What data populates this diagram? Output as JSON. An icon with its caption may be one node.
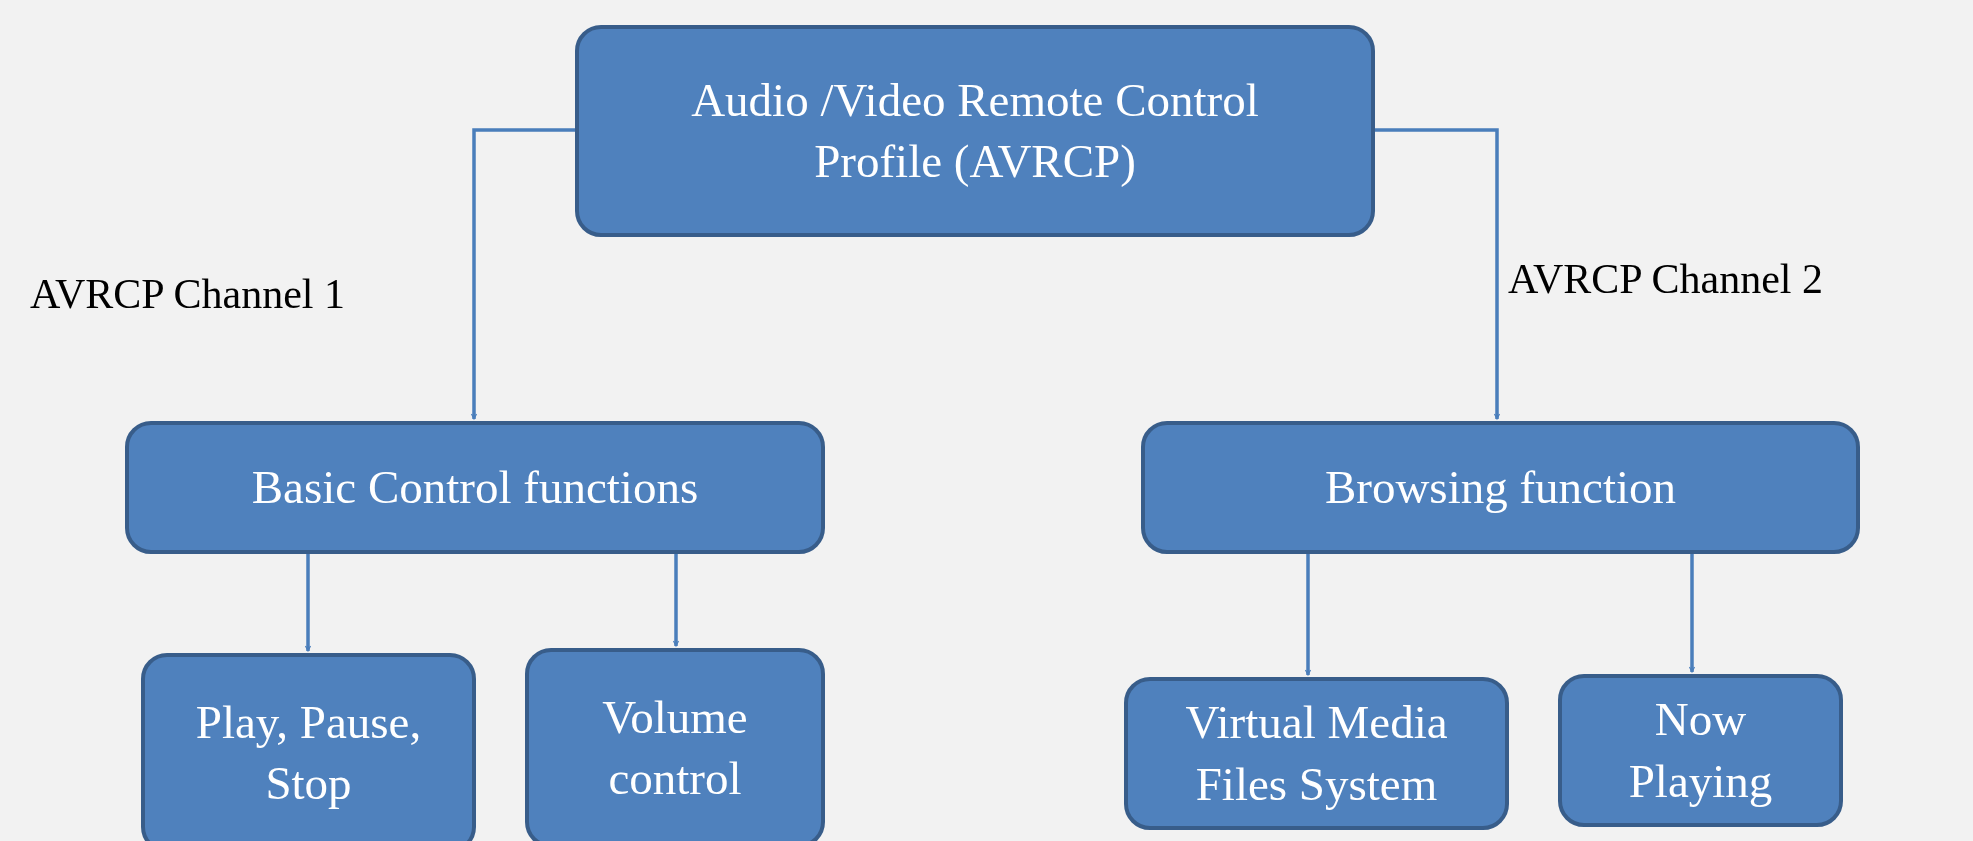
{
  "diagram": {
    "nodes": [
      {
        "text": [
          "Audio /Video Remote Control Profile (AVRCP)"
        ]
      },
      {
        "text": [
          "Basic Control functions"
        ]
      },
      {
        "text": [
          "Play, Pause, Stop"
        ]
      },
      {
        "text": [
          "Volume control"
        ]
      },
      {
        "text": [
          "Browsing function"
        ]
      },
      {
        "text": [
          "Virtual Media Files System"
        ]
      },
      {
        "text": [
          "Now Playing"
        ]
      }
    ],
    "edges": [
      {
        "from": 0,
        "to": 1,
        "arrow": "to"
      },
      {
        "from": 0,
        "to": 4,
        "arrow": "to"
      },
      {
        "from": 1,
        "to": 2,
        "arrow": "to"
      },
      {
        "from": 1,
        "to": 3,
        "arrow": "to"
      },
      {
        "from": 4,
        "to": 5,
        "arrow": "to"
      },
      {
        "from": 4,
        "to": 6,
        "arrow": "to"
      }
    ],
    "labels": [
      "AVRCP Channel 1",
      "AVRCP Channel 2"
    ]
  }
}
